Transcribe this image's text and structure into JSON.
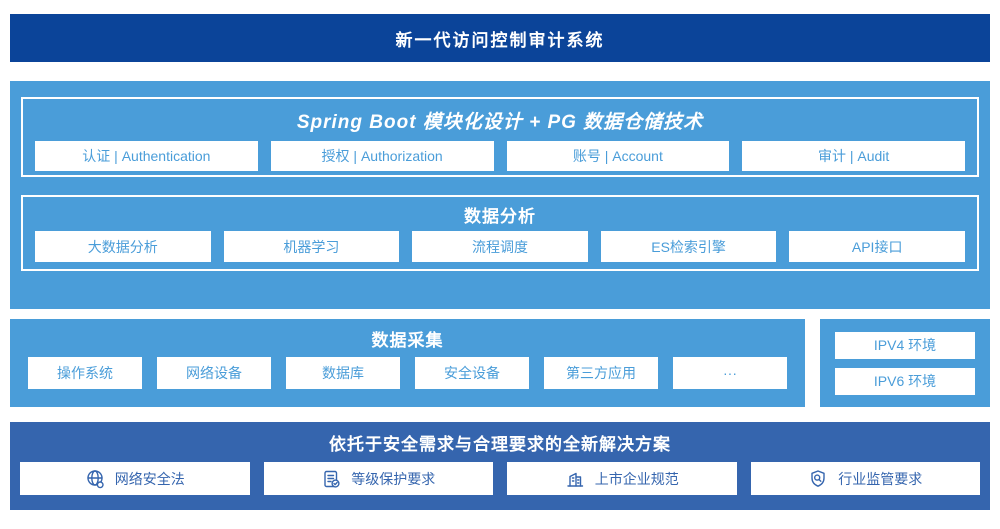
{
  "colors": {
    "banner_bg": "#0B4499",
    "light_blue": "#4A9DD9",
    "dark_blue": "#3565AE",
    "box_bg": "#ffffff"
  },
  "banner": {
    "title": "新一代访问控制审计系统"
  },
  "platform": {
    "sections": [
      {
        "title": "Spring Boot 模块化设计 + PG 数据仓储技术",
        "items": [
          "认证 | Authentication",
          "授权 | Authorization",
          "账号 | Account",
          "审计 | Audit"
        ]
      },
      {
        "title": "数据分析",
        "items": [
          "大数据分析",
          "机器学习",
          "流程调度",
          "ES检索引擎",
          "API接口"
        ]
      }
    ]
  },
  "collection": {
    "title": "数据采集",
    "items": [
      "操作系统",
      "网络设备",
      "数据库",
      "安全设备",
      "第三方应用",
      "···"
    ]
  },
  "environments": {
    "items": [
      "IPV4 环境",
      "IPV6 环境"
    ]
  },
  "solution": {
    "title": "依托于安全需求与合理要求的全新解决方案",
    "items": [
      {
        "icon": "globe-icon",
        "label": "网络安全法"
      },
      {
        "icon": "document-check-icon",
        "label": "等级保护要求"
      },
      {
        "icon": "building-icon",
        "label": "上市企业规范"
      },
      {
        "icon": "shield-magnifier-icon",
        "label": "行业监管要求"
      }
    ]
  }
}
